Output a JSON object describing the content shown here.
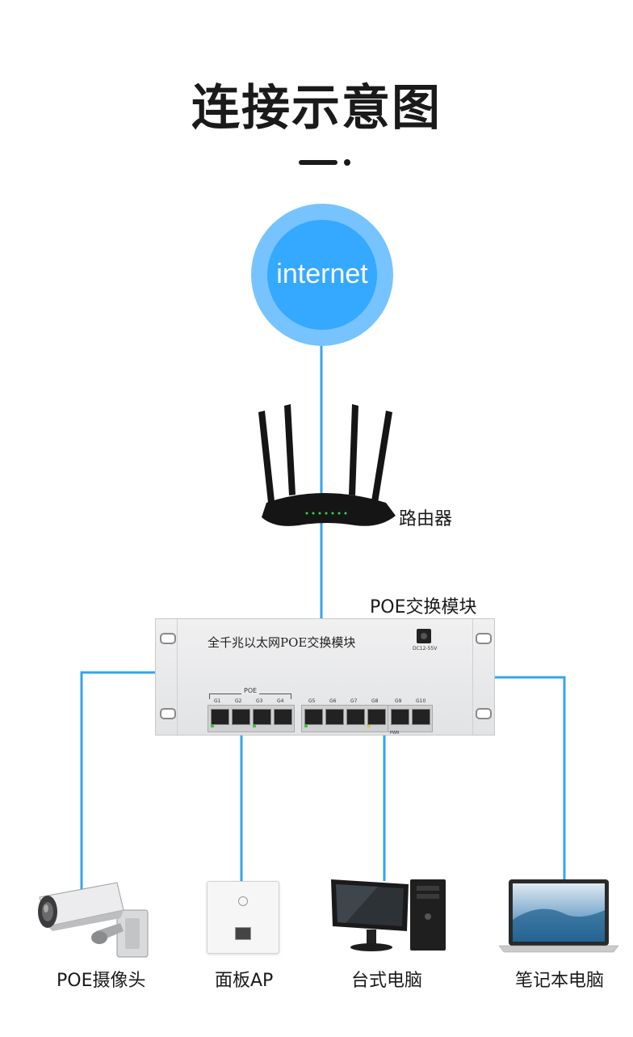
{
  "header": {
    "title": "连接示意图"
  },
  "internet": {
    "label": "internet"
  },
  "router": {
    "label": "路由器"
  },
  "switch": {
    "caption": "POE交换模块",
    "panel_title": "全千兆以太网POE交换模块",
    "dc_label": "DC12-55V",
    "poe_group_label": "POE",
    "pwr_label": "PWR",
    "ports": [
      "G1",
      "G2",
      "G3",
      "G4",
      "G5",
      "G6",
      "G7",
      "G8",
      "G9",
      "G10"
    ]
  },
  "devices": [
    {
      "label": "POE摄像头",
      "icon": "camera-icon"
    },
    {
      "label": "面板AP",
      "icon": "panel-ap-icon"
    },
    {
      "label": "台式电脑",
      "icon": "desktop-icon"
    },
    {
      "label": "笔记本电脑",
      "icon": "laptop-icon"
    }
  ],
  "colors": {
    "line": "#35a4ee",
    "circle_outer": "#76c3ff",
    "circle_inner": "#35a8ff",
    "panel": "#e9eaeb"
  }
}
